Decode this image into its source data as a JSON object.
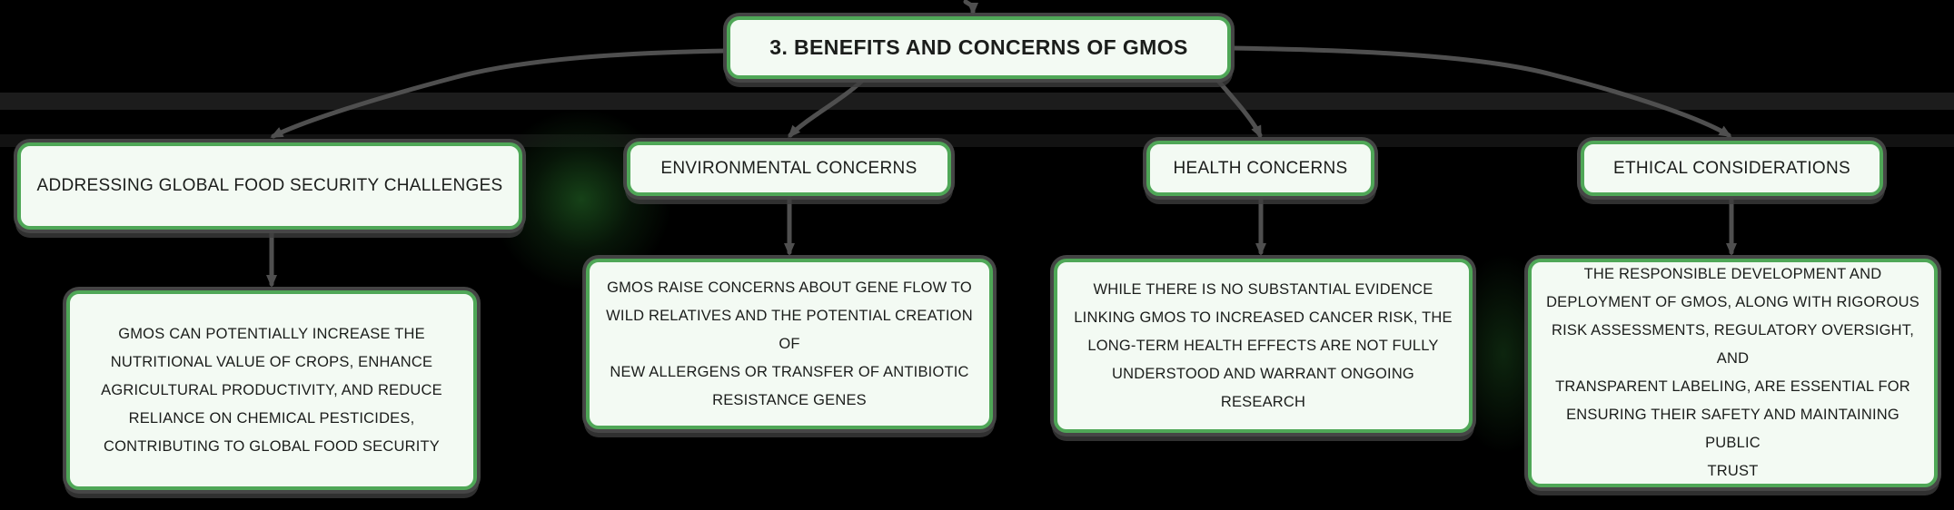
{
  "colors": {
    "background": "#000000",
    "node_fill": "#f3faf3",
    "node_border_green": "#4fa757",
    "node_halo_gray": "#484848",
    "connector_gray": "#4f4f4f",
    "text": "#1b1d1b"
  },
  "root": {
    "label": "3. BENEFITS AND CONCERNS OF GMOS"
  },
  "branches": [
    {
      "label": "ADDRESSING GLOBAL FOOD SECURITY CHALLENGES",
      "detail": "GMOS CAN POTENTIALLY INCREASE THE\nNUTRITIONAL VALUE OF CROPS, ENHANCE\nAGRICULTURAL PRODUCTIVITY, AND REDUCE\nRELIANCE ON CHEMICAL PESTICIDES,\nCONTRIBUTING TO GLOBAL FOOD SECURITY"
    },
    {
      "label": "ENVIRONMENTAL CONCERNS",
      "detail": "GMOS RAISE CONCERNS ABOUT GENE FLOW TO\nWILD RELATIVES AND THE POTENTIAL CREATION OF\nNEW ALLERGENS OR TRANSFER OF ANTIBIOTIC\nRESISTANCE GENES"
    },
    {
      "label": "HEALTH CONCERNS",
      "detail": "WHILE THERE IS NO SUBSTANTIAL EVIDENCE\nLINKING GMOS TO INCREASED CANCER RISK, THE\nLONG-TERM HEALTH EFFECTS ARE NOT FULLY\nUNDERSTOOD AND WARRANT ONGOING RESEARCH"
    },
    {
      "label": "ETHICAL CONSIDERATIONS",
      "detail": "THE RESPONSIBLE DEVELOPMENT AND\nDEPLOYMENT OF GMOS, ALONG WITH RIGOROUS\nRISK ASSESSMENTS, REGULATORY OVERSIGHT, AND\nTRANSPARENT LABELING, ARE ESSENTIAL FOR\nENSURING THEIR SAFETY AND MAINTAINING PUBLIC\nTRUST"
    }
  ]
}
